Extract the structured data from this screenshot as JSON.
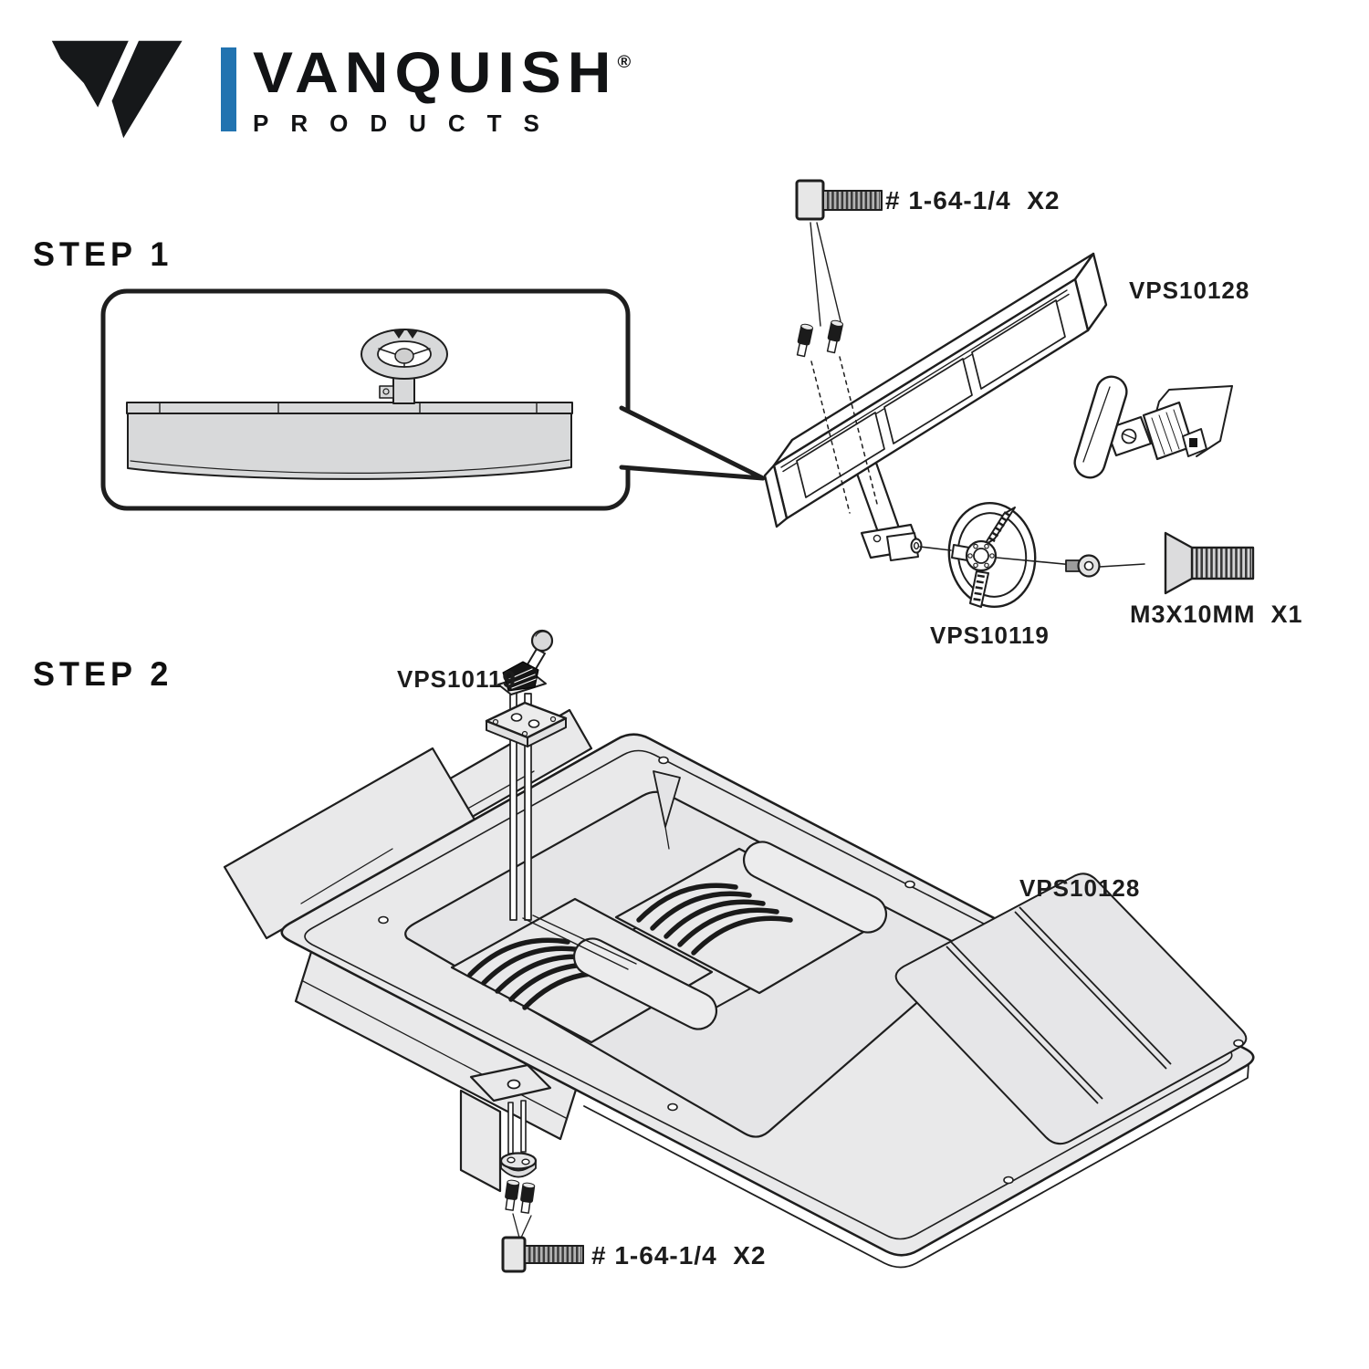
{
  "brand": {
    "wordmark": "VANQUISH",
    "registered": "®",
    "subtitle": "PRODUCTS"
  },
  "colors": {
    "accent_blue": "#2273B0",
    "line_ink": "#1e1e1e",
    "fill_light": "#E9E9EA",
    "fill_mid": "#D8D9DA"
  },
  "step1": {
    "heading": "STEP 1",
    "hardware_screw_label": "# 1-64-1/4  X2",
    "dashboard_part_number": "VPS10128",
    "steering_wheel_part_number": "VPS10119",
    "flat_screw_label": "M3X10MM  X1"
  },
  "step2": {
    "heading": "STEP 2",
    "shifter_part_number": "VPS10119",
    "interior_part_number": "VPS10128",
    "hardware_screw_label": "# 1-64-1/4  X2"
  }
}
